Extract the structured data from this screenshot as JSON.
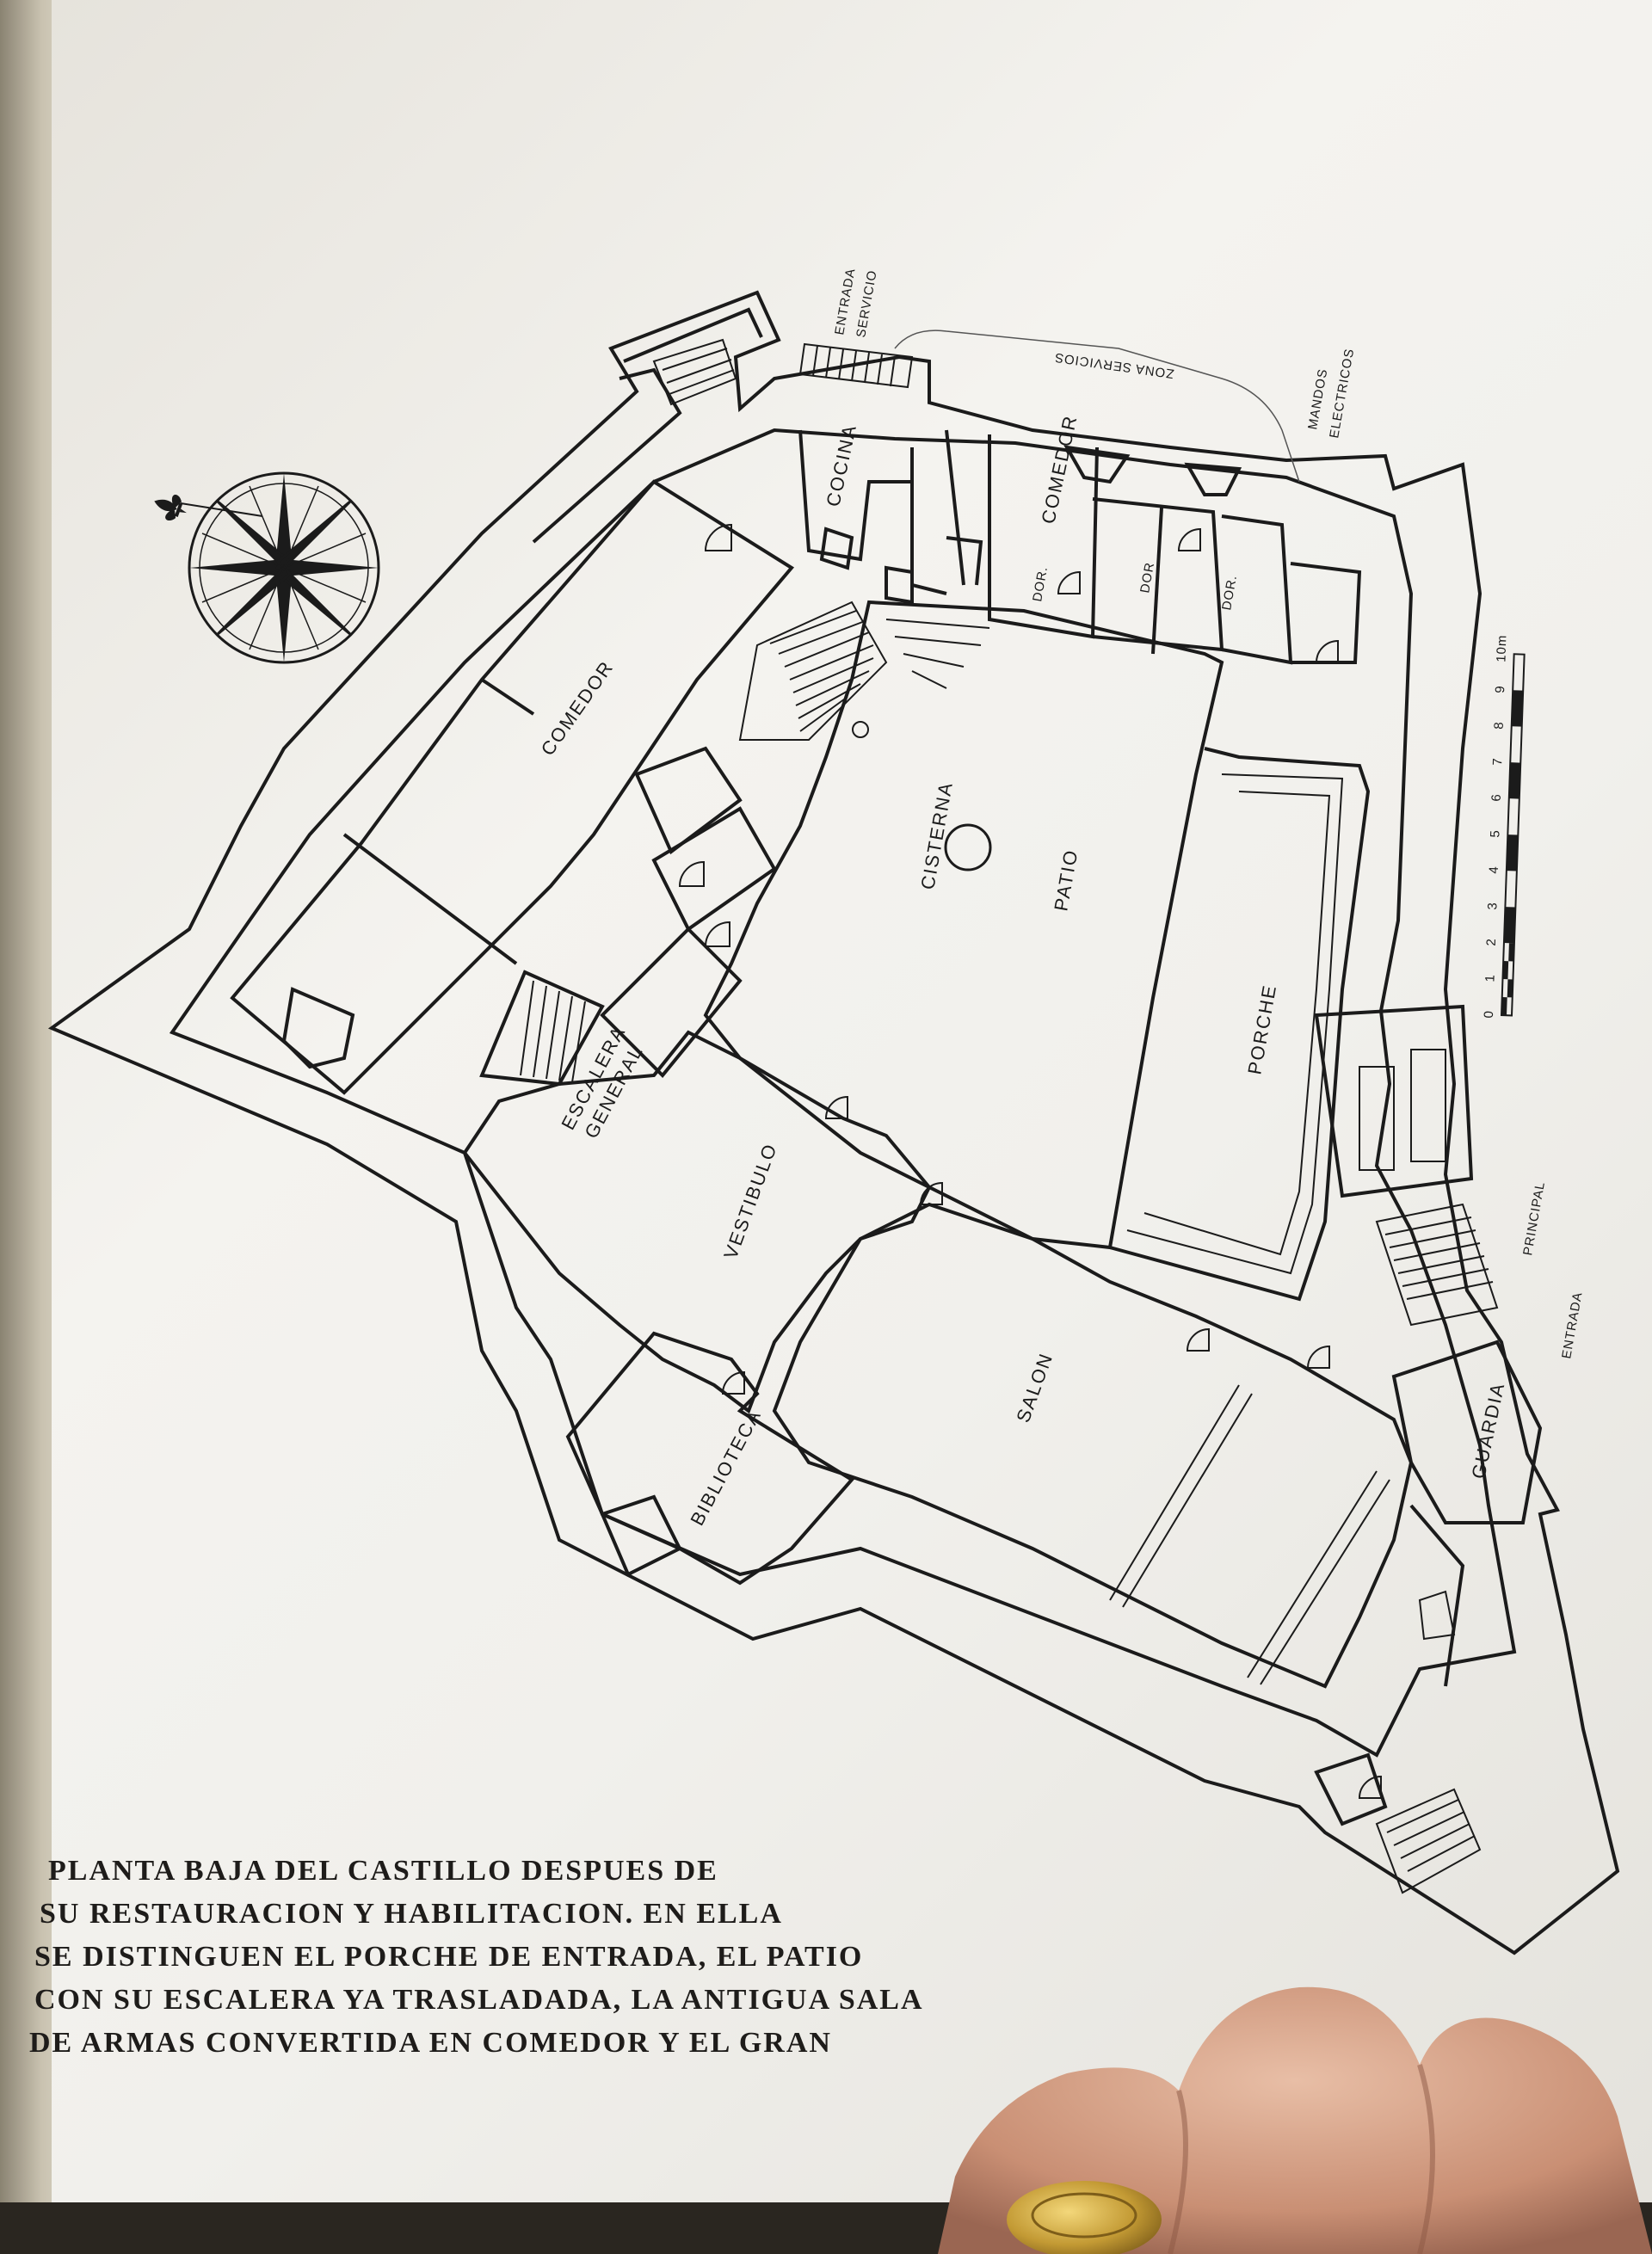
{
  "rooms": {
    "entrada_servicio_1": "ENTRADA",
    "entrada_servicio_2": "SERVICIO",
    "zona_servicios": "ZONA SERVICIOS",
    "mandos_1": "MANDOS",
    "mandos_2": "ELECTRICOS",
    "cocina": "COCINA",
    "comedor_servicio": "COMEDOR",
    "dor_1": "DOR.",
    "dor_2": "DOR",
    "dor_3": "DOR.",
    "comedor": "COMEDOR",
    "cisterna": "CISTERNA",
    "patio": "PATIO",
    "porche": "PORCHE",
    "escalera_1": "ESCALERA",
    "escalera_2": "GENERAL",
    "vestibulo": "VESTIBULO",
    "salon": "SALON",
    "biblioteca": "BIBLIOTECA",
    "guardia": "GUARDIA",
    "entrada_principal_1": "ENTRADA",
    "entrada_principal_2": "PRINCIPAL"
  },
  "scale": {
    "ticks": [
      "0",
      "1",
      "2",
      "3",
      "4",
      "5",
      "6",
      "7",
      "8",
      "9",
      "10m"
    ]
  },
  "caption": [
    "PLANTA BAJA DEL CASTILLO DESPUES DE",
    "SU RESTAURACION Y HABILITACION. EN ELLA",
    "SE DISTINGUEN EL PORCHE DE ENTRADA, EL PATIO",
    "CON SU ESCALERA YA TRASLADADA, LA ANTIGUA SALA",
    "DE ARMAS CONVERTIDA EN COMEDOR Y EL GRAN"
  ],
  "colors": {
    "ink": "#1b1b1b",
    "paper": "#f2f1ed",
    "skin": "#d9a98f"
  }
}
